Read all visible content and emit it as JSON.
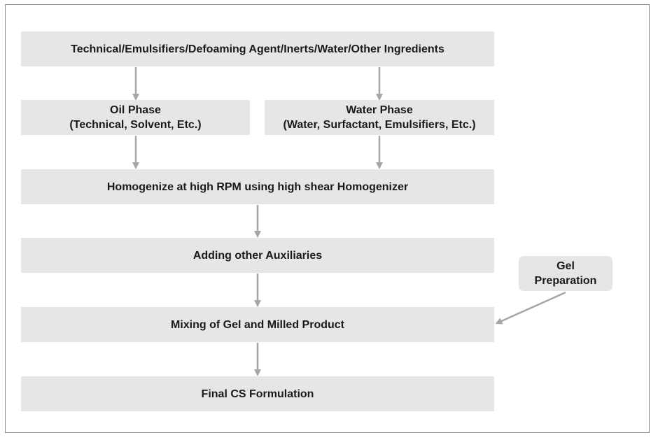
{
  "diagram": {
    "ingredients_box": "Technical/Emulsifiers/Defoaming Agent/Inerts/Water/Other Ingredients",
    "oil_phase": {
      "title": "Oil Phase",
      "detail": "(Technical, Solvent, Etc.)"
    },
    "water_phase": {
      "title": "Water Phase",
      "detail": "(Water, Surfactant, Emulsifiers, Etc.)"
    },
    "homogenize_box": "Homogenize at high RPM using high shear Homogenizer",
    "auxiliaries_box": "Adding other Auxiliaries",
    "gel_preparation": {
      "line1": "Gel",
      "line2": "Preparation"
    },
    "mixing_box": "Mixing of Gel and Milled Product",
    "final_box": "Final CS Formulation",
    "colors": {
      "box_fill": "#e6e6e6",
      "arrow": "#a6a6a6",
      "frame": "#8c8c8c",
      "text": "#1a1a1a"
    }
  }
}
